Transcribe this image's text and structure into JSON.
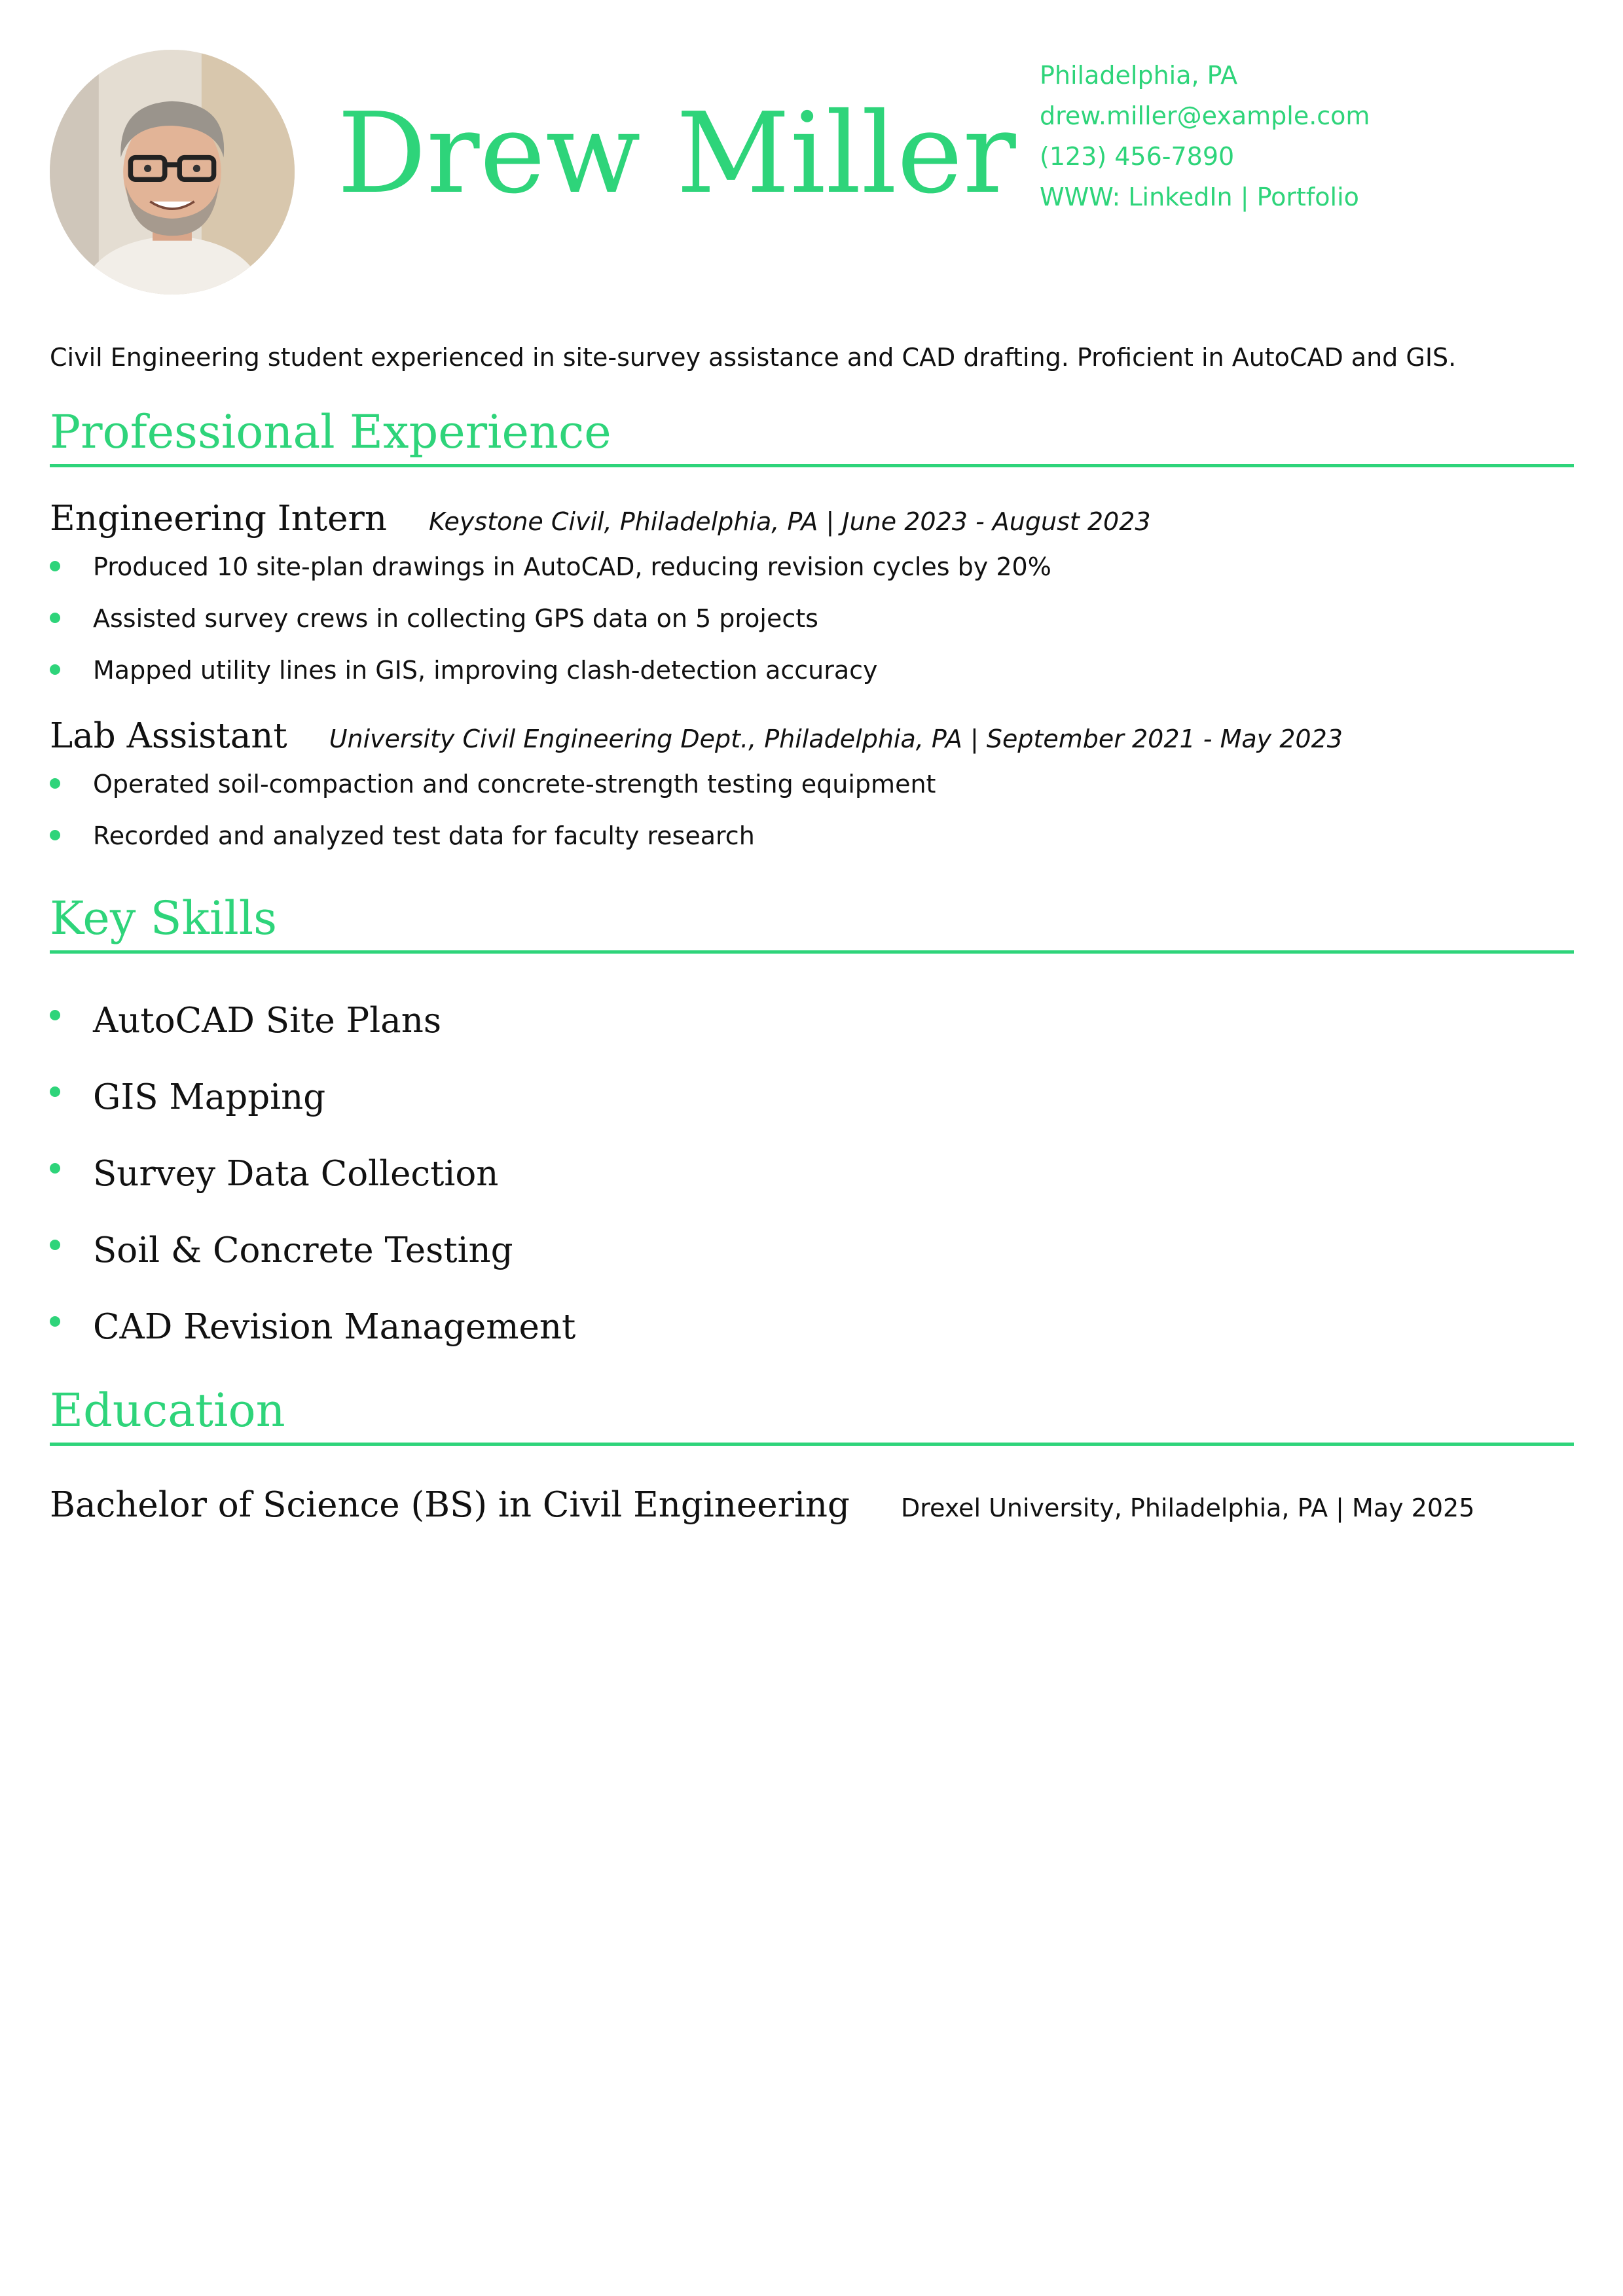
{
  "header": {
    "name": "Drew Miller",
    "photo_alt": "profile-photo",
    "contact": {
      "location": "Philadelphia, PA",
      "email": "drew.miller@example.com",
      "phone": "(123) 456-7890",
      "web": "WWW: LinkedIn | Portfolio"
    }
  },
  "summary": "Civil Engineering student experienced in site-survey assistance and CAD drafting. Proficient in AutoCAD and GIS.",
  "experience": {
    "title": "Professional Experience",
    "jobs": [
      {
        "role": "Engineering Intern",
        "meta": "Keystone Civil, Philadelphia, PA | June 2023 - August 2023",
        "bullets": [
          "Produced 10 site-plan drawings in AutoCAD, reducing revision cycles by 20%",
          "Assisted survey crews in collecting GPS data on 5 projects",
          "Mapped utility lines in GIS, improving clash-detection accuracy"
        ]
      },
      {
        "role": "Lab Assistant",
        "meta": "University Civil Engineering Dept., Philadelphia, PA | September 2021 - May 2023",
        "bullets": [
          "Operated soil-compaction and concrete-strength testing equipment",
          "Recorded and analyzed test data for faculty research"
        ]
      }
    ]
  },
  "skills": {
    "title": "Key Skills",
    "items": [
      "AutoCAD Site Plans",
      "GIS Mapping",
      "Survey Data Collection",
      "Soil & Concrete Testing",
      "CAD Revision Management"
    ]
  },
  "education": {
    "title": "Education",
    "degree": "Bachelor of Science (BS) in Civil Engineering",
    "meta": "Drexel University, Philadelphia, PA | May 2025"
  },
  "colors": {
    "accent": "#2ed47a",
    "text": "#111111"
  }
}
